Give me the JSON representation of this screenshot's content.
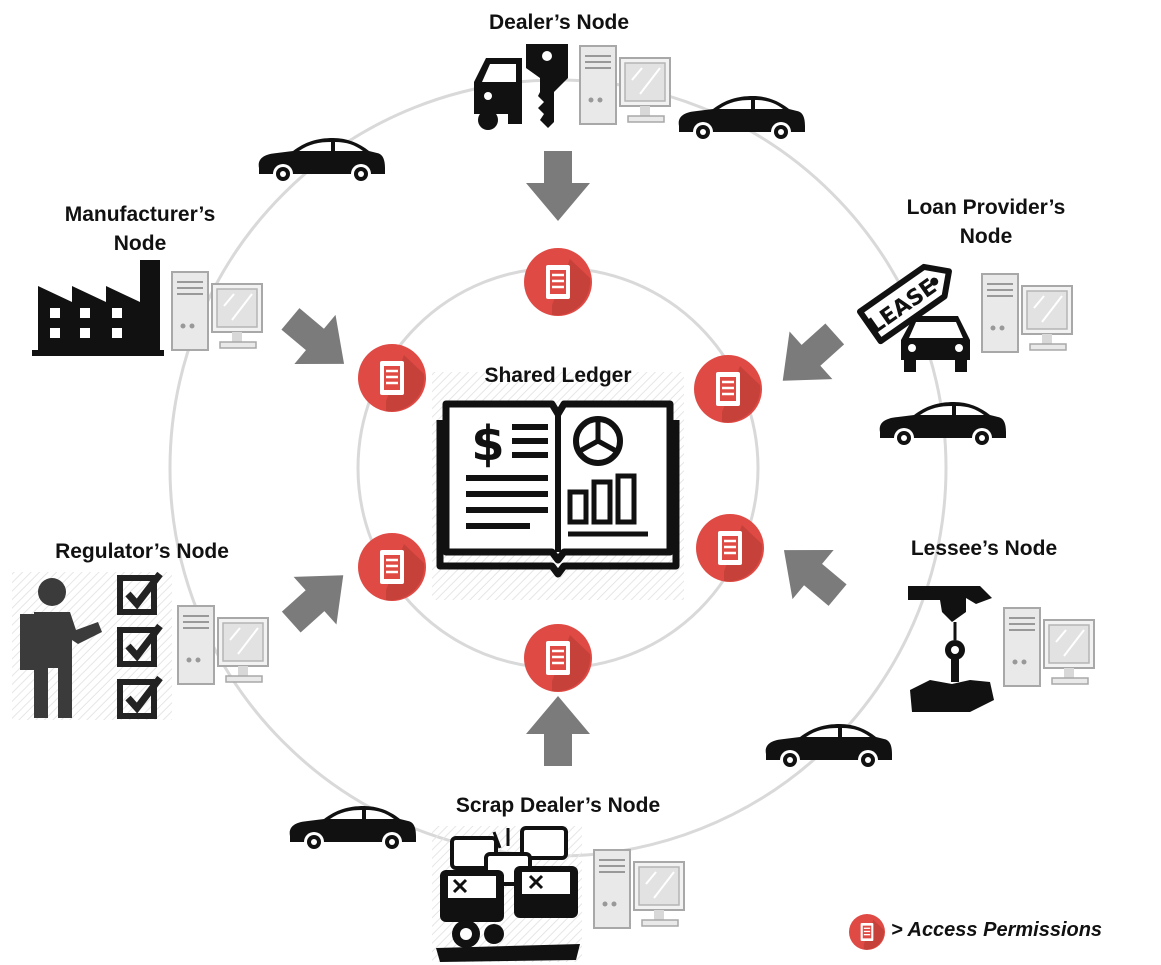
{
  "center": {
    "title": "Shared Ledger"
  },
  "nodes": {
    "dealer": "Dealer’s Node",
    "manufacturer_line1": "Manufacturer’s",
    "manufacturer_line2": "Node",
    "loan_line1": "Loan Provider’s",
    "loan_line2": "Node",
    "regulator": "Regulator’s Node",
    "lessee": "Lessee’s  Node",
    "scrap": "Scrap Dealer’s Node"
  },
  "lease_tag_text": "LEASE",
  "legend": {
    "text": "> Access Permissions"
  },
  "colors": {
    "badge_red": "#e04a44",
    "badge_dark": "#b33a35",
    "arrow_gray": "#7b7b7b",
    "ring_gray": "#d9d9d9",
    "icon_black": "#111111"
  }
}
